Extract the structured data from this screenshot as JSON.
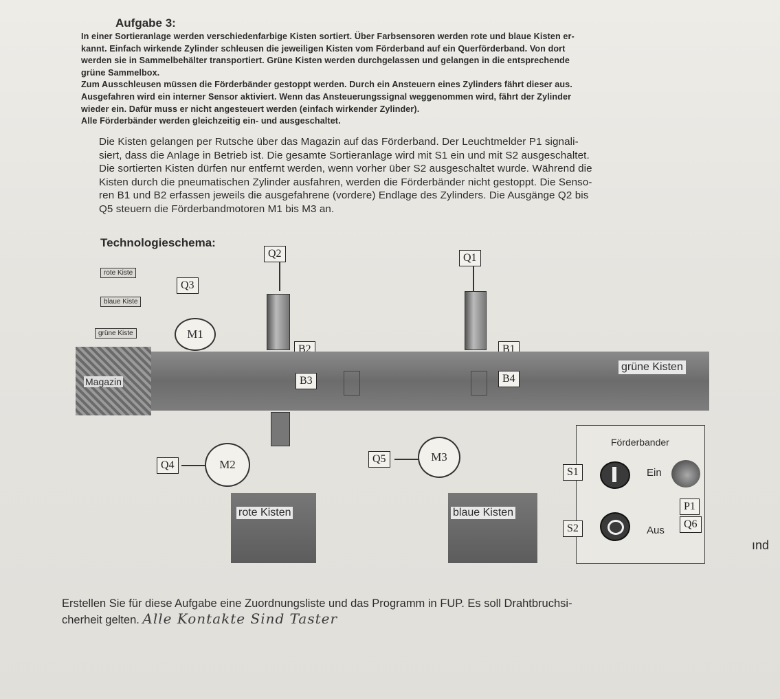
{
  "heading": "Aufgabe 3:",
  "para1": [
    "In einer Sortieranlage werden verschiedenfarbige Kisten sortiert. Über Farbsensoren werden rote und blaue Kisten er-",
    "kannt. Einfach wirkende Zylinder schleusen die jeweiligen Kisten vom Förderband auf ein Querförderband. Von dort",
    "werden sie in Sammelbehälter transportiert. Grüne Kisten werden durchgelassen und gelangen in die entsprechende",
    "grüne Sammelbox.",
    "Zum Ausschleusen müssen die Förderbänder gestoppt werden. Durch ein Ansteuern eines Zylinders fährt dieser aus.",
    "Ausgefahren wird ein interner Sensor aktiviert. Wenn das Ansteuerungssignal weggenommen wird, fährt der Zylinder",
    "wieder ein. Dafür muss er nicht angesteuert werden (einfach wirkender Zylinder).",
    "Alle Förderbänder werden gleichzeitig ein- und ausgeschaltet."
  ],
  "para2": [
    "Die Kisten gelangen per Rutsche über das Magazin auf das Förderband. Der Leuchtmelder P1 signali-",
    "siert, dass die Anlage in Betrieb ist. Die gesamte Sortieranlage wird mit S1 ein und mit S2 ausgeschaltet.",
    "Die sortierten Kisten dürfen nur entfernt werden, wenn vorher über S2 ausgeschaltet wurde. Während die",
    "Kisten durch die pneumatischen Zylinder ausfahren, werden die Förderbänder nicht gestoppt. Die Senso-",
    "ren B1 und B2 erfassen jeweils die ausgefahrene (vordere) Endlage des Zylinders. Die Ausgänge Q2 bis",
    "Q5 steuern die Förderbandmotoren M1 bis M3 an."
  ],
  "tech_title": "Technologieschema:",
  "schema": {
    "q1": "Q1",
    "q2": "Q2",
    "q3": "Q3",
    "q4": "Q4",
    "q5": "Q5",
    "q6": "Q6",
    "m1": "M1",
    "m2": "M2",
    "m3": "M3",
    "b1": "B1",
    "b2": "B2",
    "b3": "B3",
    "b4": "B4",
    "s1": "S1",
    "s2": "S2",
    "p1": "P1",
    "rote_kiste": "rote Kiste",
    "blaue_kiste": "blaue Kiste",
    "gruene_kiste": "grüne Kiste",
    "magazin": "Magazin",
    "gruene_kisten": "grüne Kisten",
    "rote_kisten": "rote Kisten",
    "blaue_kisten": "blaue Kisten",
    "foerderbander": "Förderbander",
    "ein": "Ein",
    "aus": "Aus",
    "side_text": "ınd"
  },
  "bottom": {
    "line1": "Erstellen Sie für diese Aufgabe eine Zuordnungsliste und das Programm in FUP. Es soll Drahtbruchsi-",
    "line2_start": "cherheit gelten.",
    "handwriting": "Alle Kontakte Sind Taster"
  }
}
